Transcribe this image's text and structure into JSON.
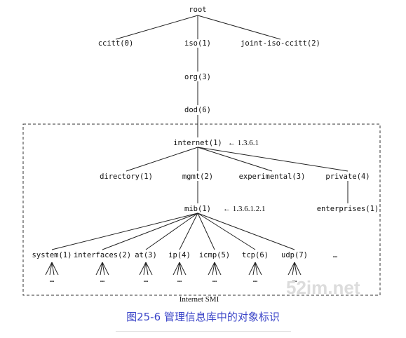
{
  "nodes": {
    "root": "root",
    "ccitt": "ccitt(0)",
    "iso": "iso(1)",
    "joint": "joint-iso-ccitt(2)",
    "org": "org(3)",
    "dod": "dod(6)",
    "internet": "internet(1)",
    "directory": "directory(1)",
    "mgmt": "mgmt(2)",
    "experimental": "experimental(3)",
    "private": "private(4)",
    "enterprises": "enterprises(1)",
    "mib": "mib(1)",
    "system": "system(1)",
    "interfaces": "interfaces(2)",
    "at": "at(3)",
    "ip": "ip(4)",
    "icmp": "icmp(5)",
    "tcp": "tcp(6)",
    "udp": "udp(7)",
    "more": "…",
    "leaf_dots": "…"
  },
  "oids": {
    "internet": "← 1.3.6.1",
    "mib": "← 1.3.6.1.2.1"
  },
  "box_label": "Internet SMI",
  "watermark": "52im.net",
  "caption": "图25-6 管理信息库中的对象标识"
}
